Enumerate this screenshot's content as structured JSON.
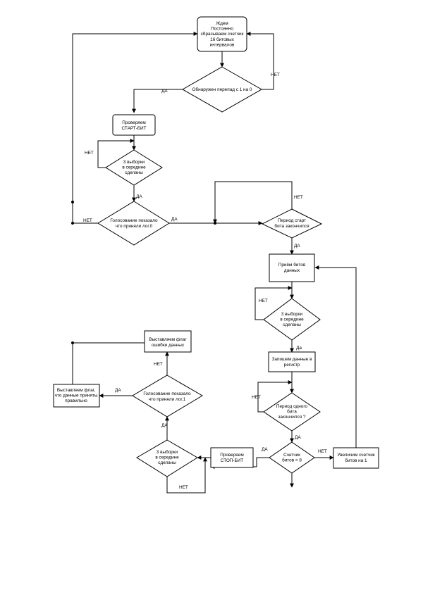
{
  "colors": {
    "stroke": "#000000",
    "fill": "#ffffff",
    "background": "#ffffff"
  },
  "nodes": {
    "wait": [
      "Ждем",
      "Постоянно",
      "сбрасываем счетчик",
      "16 битовых",
      "интервалов"
    ],
    "edge_detect": [
      "Обнаружен перепад с 1 на 0"
    ],
    "check_start": [
      "Проверяем",
      "СТАРТ-БИТ"
    ],
    "samples_start": [
      "3 выборки",
      "в середине",
      "сделаны"
    ],
    "vote_start": [
      "Голосование показало",
      "что приняли лог.0"
    ],
    "period_start": [
      "Период старт",
      "бита закончился"
    ],
    "receive_bits": [
      "Приём битов",
      "данных"
    ],
    "samples_data": [
      "3 выборки",
      "в середине",
      "сделаны"
    ],
    "write_register": [
      "Запишем данные в",
      "регистр"
    ],
    "period_bit": [
      "Период одного",
      "бита",
      "закончился ?"
    ],
    "counter_check": [
      "Счетчик",
      "битов = 8"
    ],
    "increment_counter": [
      "Увеличим счетчик",
      "битов на 1"
    ],
    "check_stop": [
      "Проверяем",
      "СТОП-БИТ"
    ],
    "samples_stop": [
      "3 выборки",
      "в середине",
      "сделаны"
    ],
    "vote_stop": [
      "Голосование показало",
      "что приняли лог.1"
    ],
    "error_flag": [
      "Выставляем флаг",
      "ошибки данных"
    ],
    "ok_flag": [
      "Выставляем флаг,",
      "что данные приняты",
      "правильно"
    ]
  },
  "edge_labels": {
    "edge_detect_no": "НЕТ",
    "edge_detect_yes": "ДА",
    "samples_start_no": "НЕТ",
    "samples_start_yes": "ДА",
    "vote_start_no": "НЕТ",
    "vote_start_yes": "ДА",
    "period_start_no": "НЕТ",
    "period_start_yes": "ДА",
    "samples_data_no": "НЕТ",
    "samples_data_yes": "Да",
    "period_bit_no": "НЕТ",
    "period_bit_yes": "ДА",
    "counter_yes": "ДА",
    "counter_no": "НЕТ",
    "samples_stop_yes": "ДА",
    "samples_stop_no": "НЕТ",
    "vote_stop_no": "НЕТ",
    "vote_stop_yes": "ДА"
  }
}
